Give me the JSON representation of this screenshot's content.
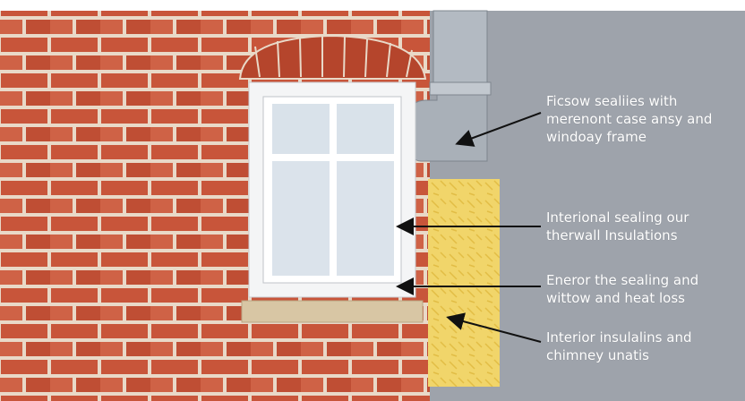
{
  "labels": [
    {
      "lines": [
        "Ficsow sealiies with",
        "merenont case ansy and",
        "windoay frame"
      ]
    },
    {
      "lines": [
        "Interional sealing our",
        "therwall Insulations"
      ]
    },
    {
      "lines": [
        "Eneror the sealing and",
        "wittow and heat loss"
      ]
    },
    {
      "lines": [
        "Interior insulalins and",
        "chimney unatis"
      ]
    }
  ],
  "colors": {
    "brick": "#c8553a",
    "mortar": "#e9d9c8",
    "panel": "#9ea3ab",
    "insulation": "#f1d56a",
    "pipe": "#a9b0b8",
    "sill": "#d8c6a4"
  }
}
